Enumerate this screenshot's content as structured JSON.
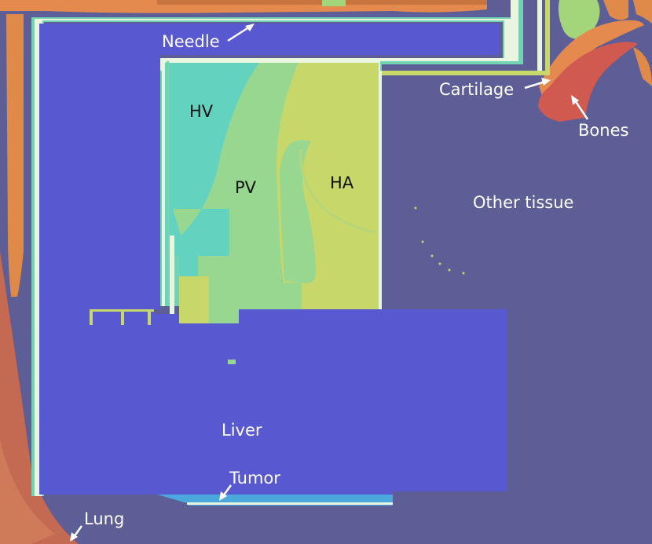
{
  "labels": {
    "needle": "Needle",
    "cartilage": "Cartilage",
    "bones": "Bones",
    "hv": "HV",
    "pv": "PV",
    "ha": "HA",
    "other_tissue": "Other tissue",
    "liver": "Liver",
    "tumor": "Tumor",
    "lung": "Lung"
  },
  "colors": {
    "background_other_tissue": "#5e5e96",
    "liver": "#5858d0",
    "hepatic_vein": "#63d2bf",
    "portal_vein": "#98d78f",
    "hepatic_artery": "#c8d76a",
    "tumor": "#4aa8dc",
    "needle": "#e9f5df",
    "needle_outline": "#74d2b4",
    "cartilage": "#e08a4a",
    "bones": "#d05a50",
    "lung": "#c56a52",
    "organ_green": "#a3d67a",
    "label_light": "#ffffff",
    "label_dark": "#111111"
  }
}
